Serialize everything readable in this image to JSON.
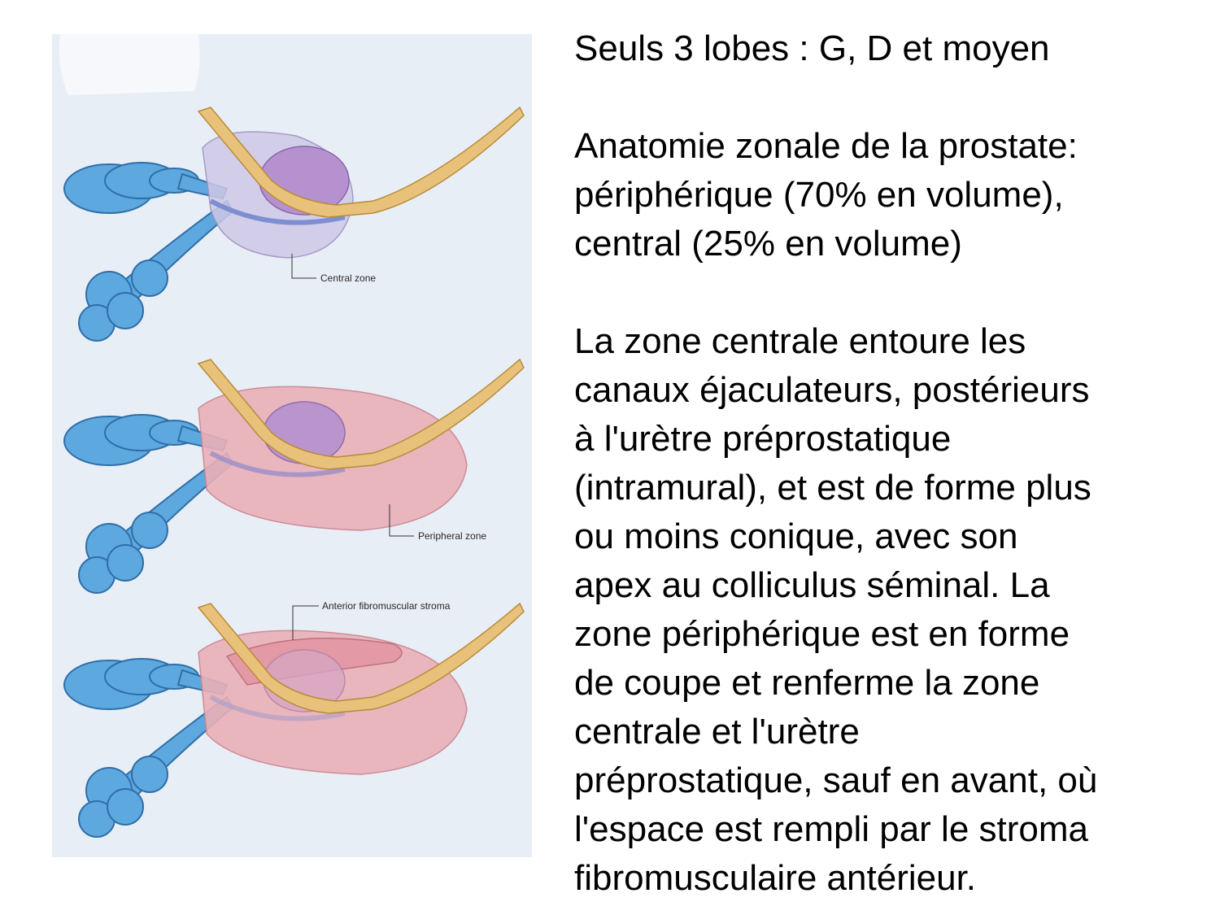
{
  "slide": {
    "figure": {
      "labels": {
        "central_zone": "Central zone",
        "peripheral_zone": "Peripheral zone",
        "anterior_fibromuscular_stroma": "Anterior fibromuscular stroma"
      },
      "colors": {
        "background": "#e8eef5",
        "seminal_vesicle": "#5ea8e0",
        "central_zone": "#b592cf",
        "peripheral_zone": "#eab0b8",
        "urethra": "#e8c27a"
      }
    },
    "text": {
      "heading": "Seuls 3 lobes : G, D et moyen",
      "paragraph_1": "Anatomie zonale de la prostate:\npériphérique (70% en volume),\ncentral (25% en volume)",
      "paragraph_2": "La zone centrale entoure les\ncanaux éjaculateurs, postérieurs\nà l'urètre préprostatique\n(intramural), et est de forme plus\nou moins conique, avec son\napex au colliculus séminal. La\nzone périphérique est en forme\nde coupe et renferme la zone\ncentrale et l'urètre\npréprostatique, sauf en avant, où\nl'espace est rempli par le stroma\nfibromusculaire antérieur."
    }
  }
}
